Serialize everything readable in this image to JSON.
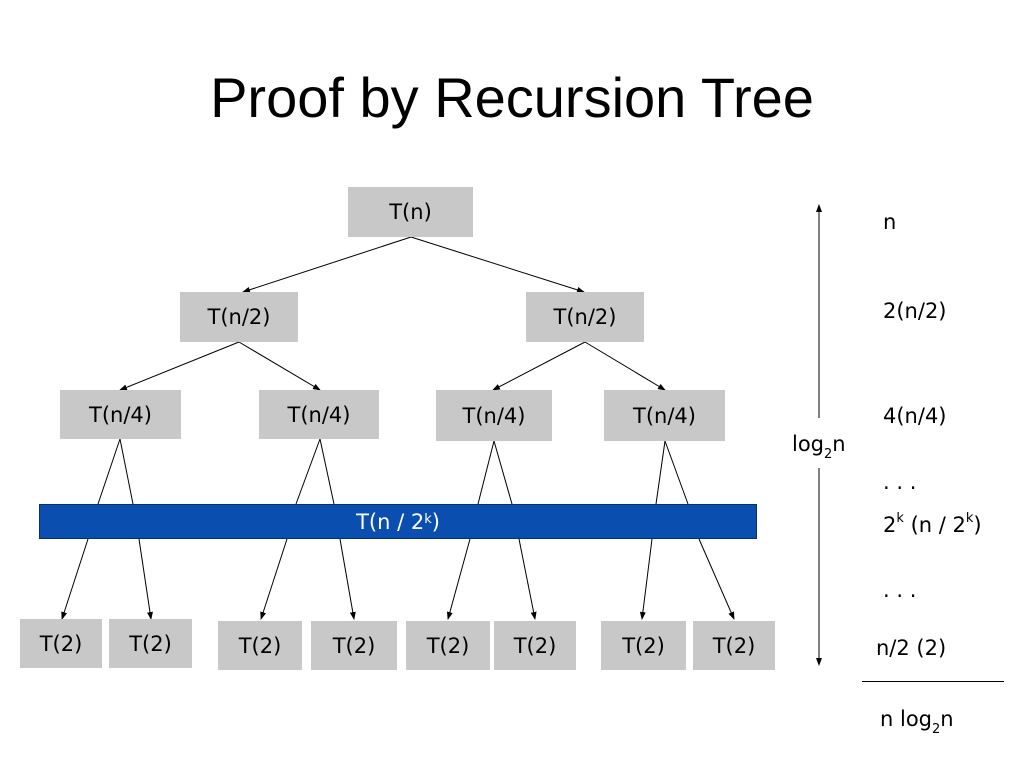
{
  "title": "Proof by Recursion Tree",
  "tree": {
    "root": "T(n)",
    "level1": [
      "T(n/2)",
      "T(n/2)"
    ],
    "level2": [
      "T(n/4)",
      "T(n/4)",
      "T(n/4)",
      "T(n/4)"
    ],
    "general_level": {
      "text": "T(n / 2",
      "exp": "k",
      "close": ")"
    },
    "leaves": [
      "T(2)",
      "T(2)",
      "T(2)",
      "T(2)",
      "T(2)",
      "T(2)",
      "T(2)",
      "T(2)"
    ]
  },
  "height": {
    "base": "log",
    "sub": "2",
    "arg": "n"
  },
  "costs": {
    "level0": "n",
    "level1": "2(n/2)",
    "level2": "4(n/4)",
    "dots1": ". . .",
    "levelk": {
      "a": "2",
      "a_exp": "k",
      "b": " (n / 2",
      "b_exp": "k",
      "c": ")"
    },
    "dots2": ". . .",
    "leaf_level": "n/2 (2)",
    "total": {
      "pre": "n log",
      "sub": "2",
      "post": "n"
    }
  },
  "colors": {
    "node_fill": "#c8c8c8",
    "band_fill": "#0a4fb0",
    "band_text": "#ffffff"
  }
}
